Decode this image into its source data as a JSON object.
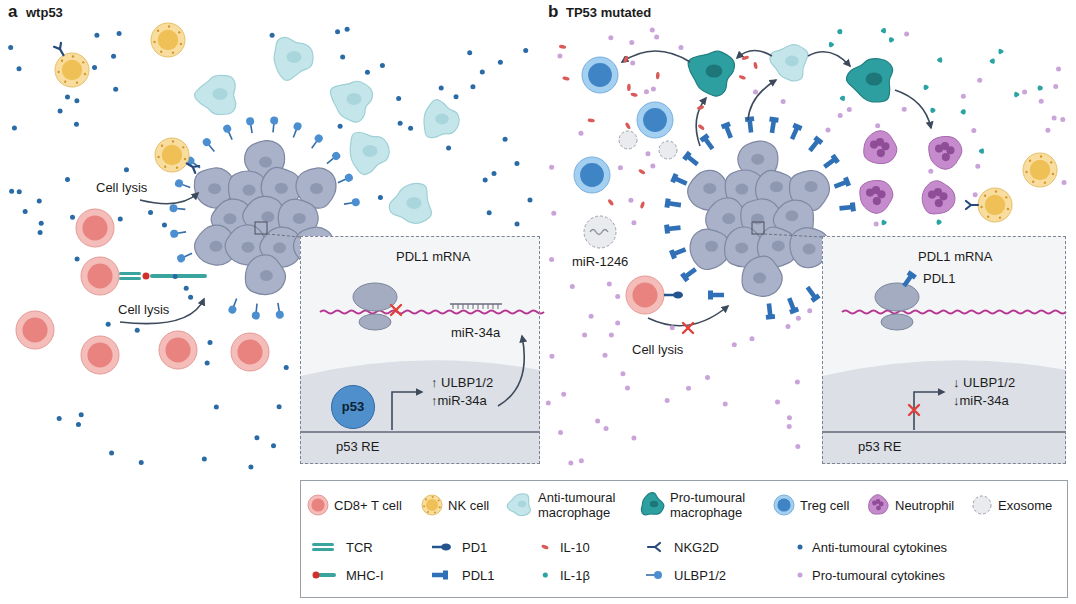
{
  "diagram": {
    "nodes": [
      {
        "text": [
          "PDL1 mRNA",
          "miR-34a",
          "↑ ULBP1/2",
          "↑miR-34a",
          "p53 RE"
        ]
      },
      {
        "text": [
          "p53"
        ],
        "in": 0
      },
      {
        "text": [
          "PDL1 mRNA",
          "PDL1",
          "↓ ULBP1/2",
          "↓miR-34a",
          "p53 RE"
        ]
      }
    ],
    "labels": [
      "a",
      "wtp53",
      "Cell lysis",
      "Cell lysis",
      "b",
      "TP53 mutated",
      "miR-1246",
      "Cell lysis"
    ],
    "legend": [
      {
        "text": "CD8+ T cell"
      },
      {
        "text": "NK cell"
      },
      {
        "text": "Anti-tumoural macrophage"
      },
      {
        "text": "Pro-tumoural macrophage"
      },
      {
        "text": "Treg cell"
      },
      {
        "text": "Neutrophil"
      },
      {
        "text": "Exosome"
      },
      {
        "text": "TCR"
      },
      {
        "text": "PD1"
      },
      {
        "text": "IL-10"
      },
      {
        "text": "NKG2D"
      },
      {
        "text": "Anti-tumoural cytokines"
      },
      {
        "text": "MHC-I"
      },
      {
        "text": "PDL1"
      },
      {
        "text": "IL-1β"
      },
      {
        "text": "ULBP1/2"
      },
      {
        "text": "Pro-tumoural cytokines"
      }
    ]
  }
}
